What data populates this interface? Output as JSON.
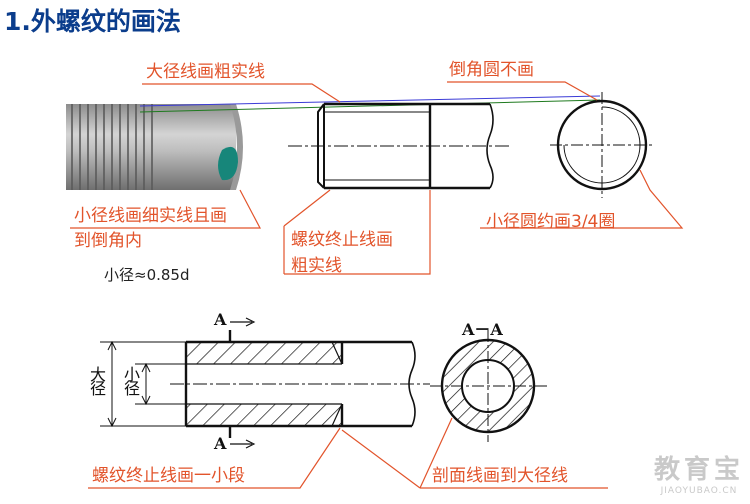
{
  "title": "1.外螺纹的画法",
  "labels": {
    "major_thick": "大径线画粗实线",
    "chamfer_circle": "倒角圆不画",
    "minor_thin_line1": "小径线画细实线且画",
    "minor_thin_line2": "到倒角内",
    "minor_formula": "小径≈0.85d",
    "end_line1": "螺纹终止线画",
    "end_line2": "粗实线",
    "minor_circle": "小径圆约画3/4圈",
    "section_a_top": "A",
    "section_a_bottom": "A",
    "section_title": "A－A",
    "major_dim": "大径",
    "minor_dim": "小径",
    "end_segment": "螺纹终止线画一小段",
    "hatch_to_major": "剖面线画到大径线"
  },
  "watermark": {
    "main": "教育宝",
    "sub": "JIAOYUBAO.CN"
  },
  "colors": {
    "title": "#0b3d8c",
    "annotation": "#e2542b",
    "outline": "#111111",
    "minor_line": "#1f7a1f",
    "major_guide": "#3b3bd6"
  },
  "icons": [
    "threaded-bolt-render"
  ]
}
